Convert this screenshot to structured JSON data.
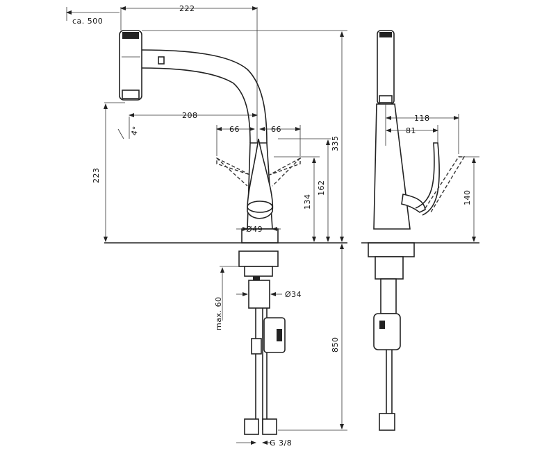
{
  "dimensions": {
    "hose_length": "ca. 500",
    "reach": "222",
    "spout_reach": "208",
    "handle_swing_left": "66",
    "handle_swing_right": "66",
    "spray_angle": "4°",
    "spout_height": "223",
    "total_height": "335",
    "lever_height_a": "134",
    "lever_height_b": "162",
    "base_diameter": "Ø49",
    "max_deck": "max. 60",
    "shank_diameter": "Ø34",
    "hose_drop": "850",
    "connection_thread": "G 3/8",
    "side_reach_a": "118",
    "side_reach_b": "81",
    "side_lever_height": "140"
  }
}
